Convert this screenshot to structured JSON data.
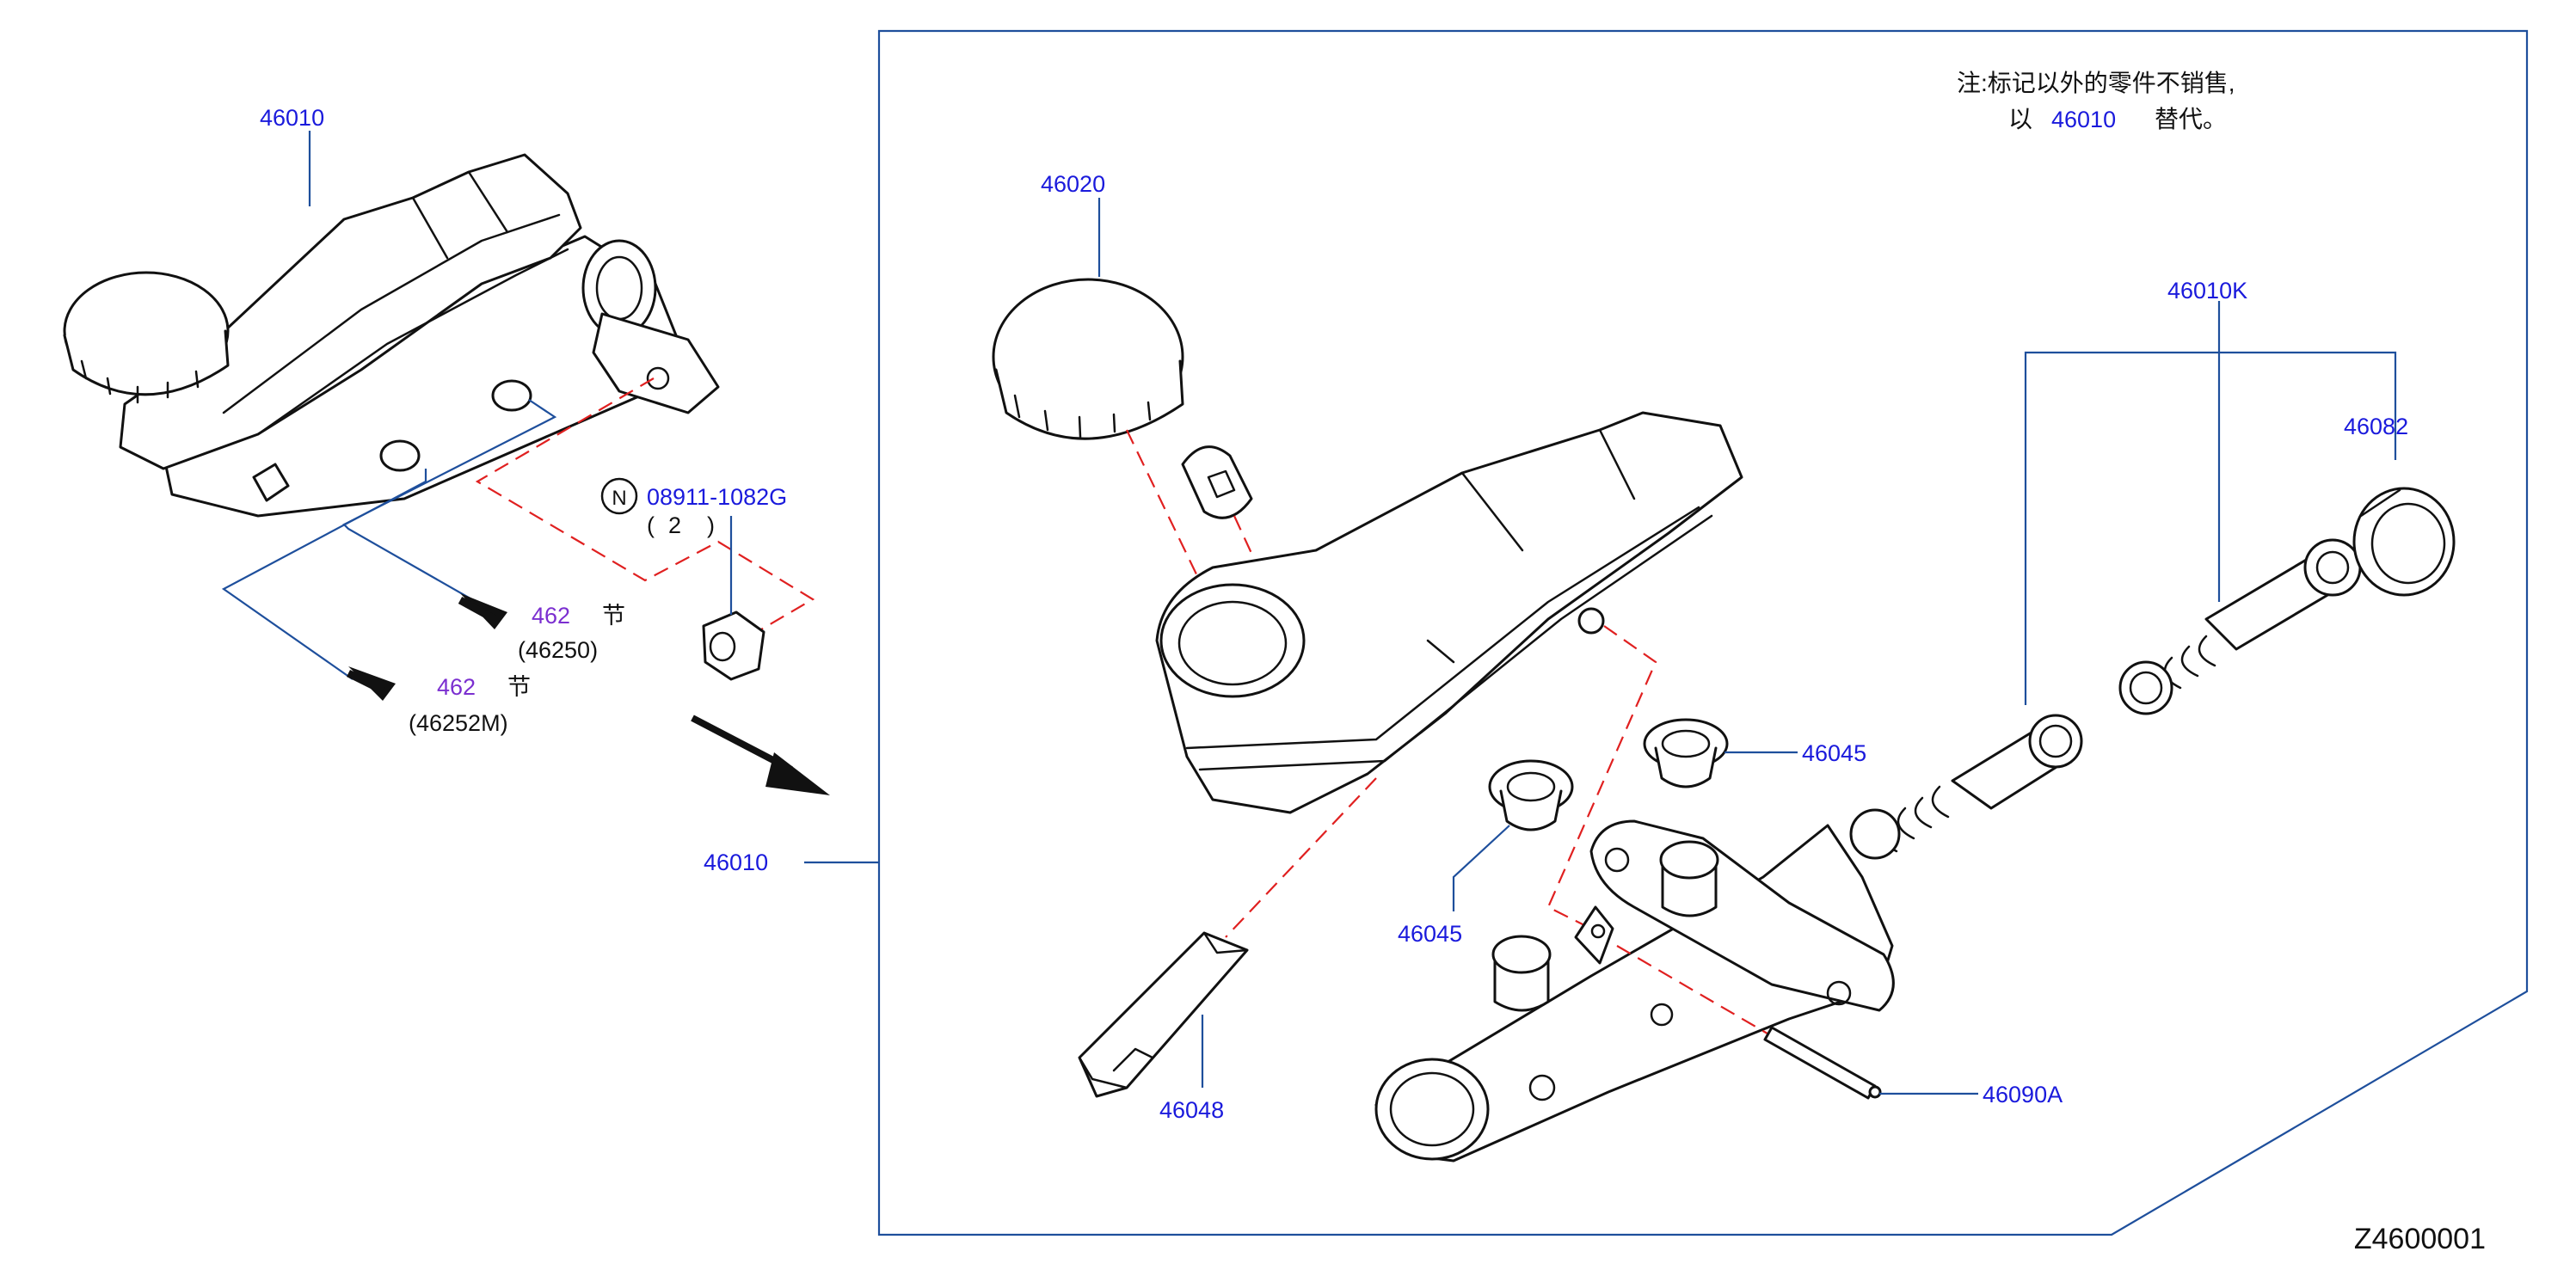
{
  "colors": {
    "callout": "#1a1adc",
    "section_ref": "#7b2fd0",
    "leader": "#1e4f9c",
    "phantom_line": "#e02020",
    "outline": "#111111"
  },
  "note": {
    "line1": "注:标记以外的零件不销售,",
    "line2_prefix": "以",
    "line2_part": "46010",
    "line2_suffix": "替代。"
  },
  "callouts": {
    "assembly_top": "46010",
    "assembly_side": "46010",
    "nut_part": "08911-1082G",
    "nut_marker": "N",
    "nut_qty_open": "(",
    "nut_qty": "2",
    "nut_qty_close": ")",
    "cap": "46020",
    "kit": "46010K",
    "kit_cap": "46082",
    "grommet_a": "46045",
    "grommet_b": "46045",
    "sensor": "46048",
    "pin": "46090A"
  },
  "section_refs": [
    {
      "code": "462",
      "label": "节",
      "sub": "(46250)"
    },
    {
      "code": "462",
      "label": "节",
      "sub": "(46252M)"
    }
  ],
  "icons": {
    "direction": "arrow-icon",
    "numbered_marker": "circle-n-icon"
  },
  "diagram_id": "Z4600001"
}
